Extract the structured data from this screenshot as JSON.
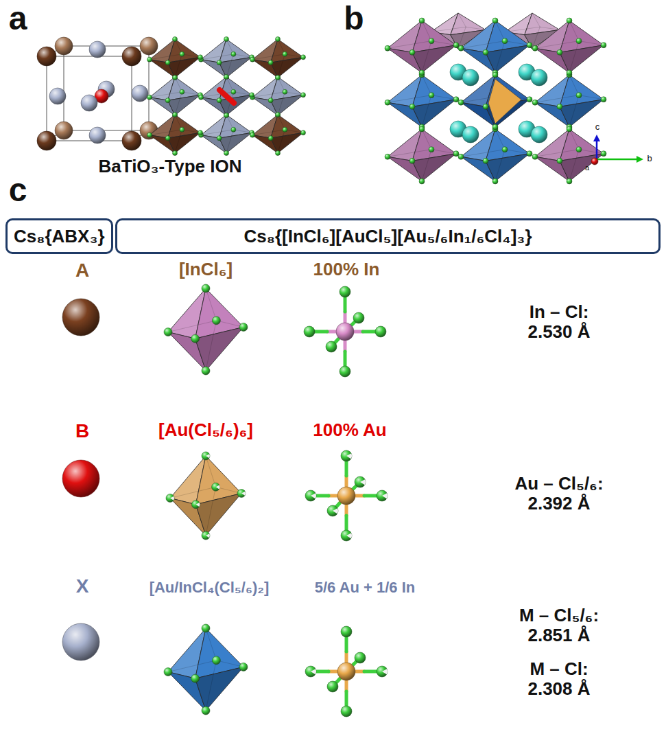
{
  "diagram": {
    "nodes": [
      {
        "text": [
          "Cs₈{ABX₃}"
        ]
      },
      {
        "text": [
          "Cs₈{[InCl₆][AuCl₅][Au₅/₆In₁/₆Cl₄]₃}"
        ]
      }
    ],
    "labels": [
      "a",
      "BaTiO₃-Type ION",
      "b",
      "c",
      "b",
      "a",
      "c",
      "A",
      "[InCl₆]",
      "100% In",
      "In – Cl: 2.530 Å",
      "B",
      "[Au(Cl₅/₆)₆]",
      "100% Au",
      "Au – Cl₅/₆: 2.392 Å",
      "X",
      "[Au/InCl₄(Cl₅/₆)₂]",
      "5/6 Au + 1/6 In",
      "M – Cl₅/₆: 2.851 Å",
      "M – Cl: 2.308 Å"
    ]
  }
}
